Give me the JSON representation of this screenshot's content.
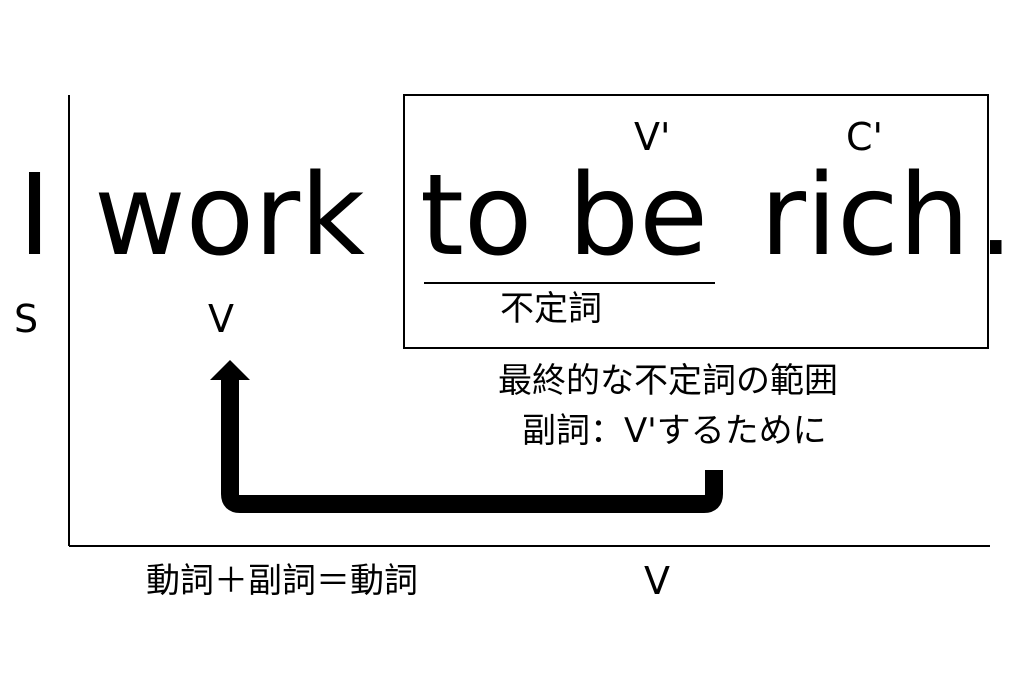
{
  "sentence": {
    "subject": "I",
    "verb": "work",
    "to_be": "to be",
    "rich": "rich",
    "period": "."
  },
  "labels": {
    "s": "S",
    "v": "V",
    "v_prime": "V'",
    "c_prime": "C'",
    "infinitive": "不定詞",
    "scope": "最終的な不定詞の範囲",
    "adverb_note": "副詞：V'するために",
    "formula": "動詞＋副詞＝動詞",
    "v_bottom": "V"
  }
}
